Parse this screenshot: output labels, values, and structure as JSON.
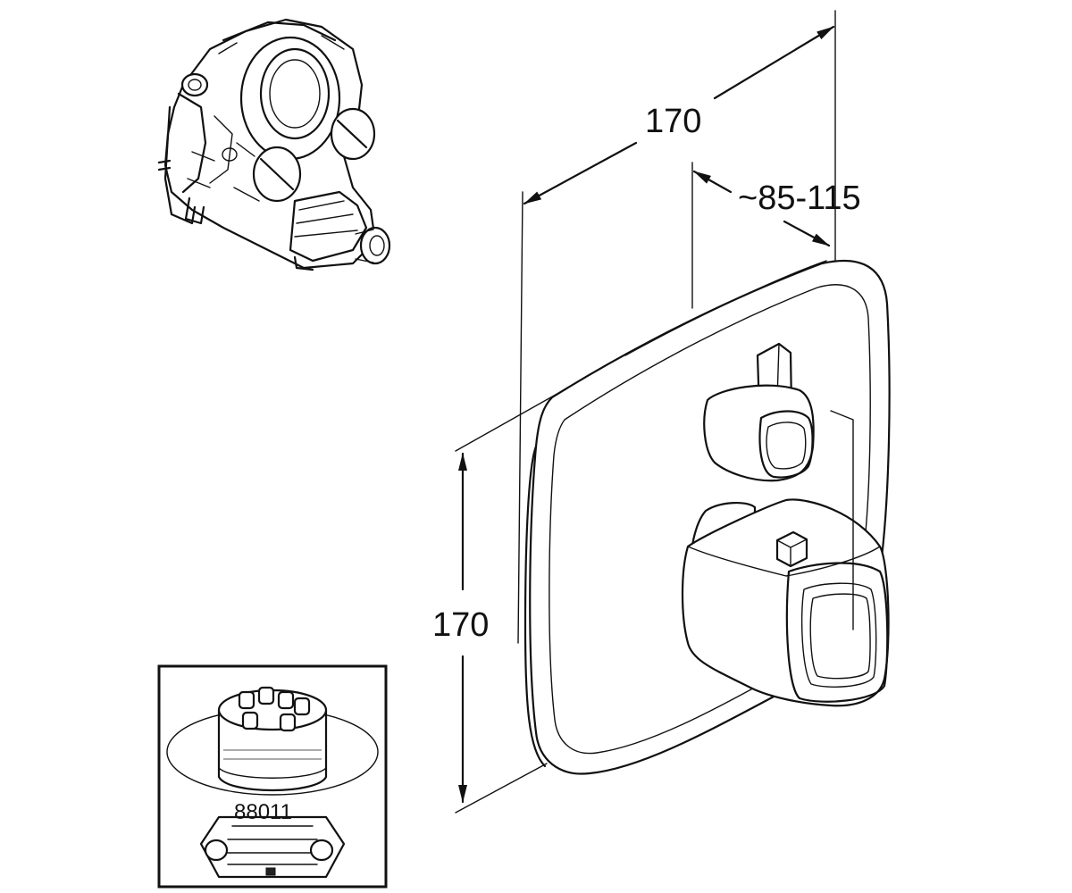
{
  "dimensions": {
    "width_label": "170",
    "height_label": "170",
    "depth_label": "~85-115"
  },
  "inset": {
    "part_number": "88011"
  },
  "colors": {
    "line": "#111111",
    "background": "#ffffff"
  }
}
